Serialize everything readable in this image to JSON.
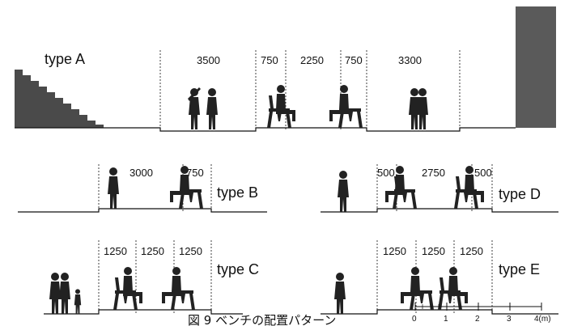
{
  "colors": {
    "ink": "#111111",
    "wall": "#5a5a5a",
    "stairs": "#4a4a4a"
  },
  "typeA": {
    "label": "type A",
    "dims": [
      "3500",
      "750",
      "2250",
      "750",
      "3300"
    ]
  },
  "typeB": {
    "label": "type B",
    "dims": [
      "3000",
      "750"
    ]
  },
  "typeC": {
    "label": "type C",
    "dims": [
      "1250",
      "1250",
      "1250"
    ]
  },
  "typeD": {
    "label": "type D",
    "dims": [
      "500",
      "2750",
      "500"
    ]
  },
  "typeE": {
    "label": "type E",
    "dims": [
      "1250",
      "1250",
      "1250"
    ]
  },
  "caption": "図 9  ベンチの配置パターン",
  "scale": {
    "ticks": [
      "0",
      "1",
      "2",
      "3",
      "4(m)"
    ]
  }
}
